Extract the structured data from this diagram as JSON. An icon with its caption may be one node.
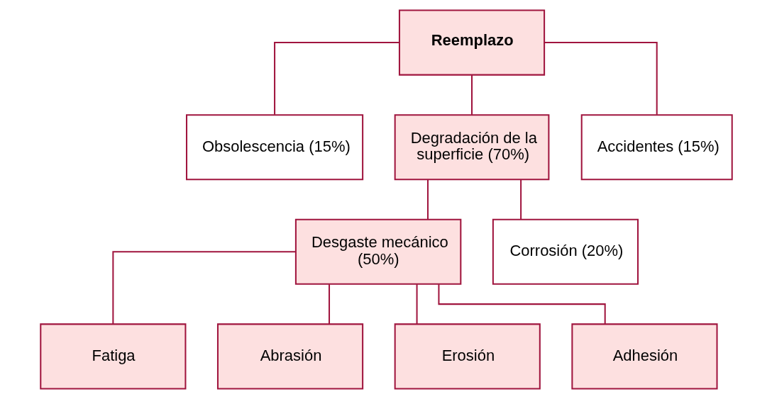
{
  "diagram": {
    "nodes": [
      {
        "text": [
          "Reemplazo"
        ]
      },
      {
        "text": [
          "Obsolescencia (15%)"
        ]
      },
      {
        "text": [
          "Degradación de la superficie (70%)"
        ]
      },
      {
        "text": [
          "Accidentes (15%)"
        ]
      },
      {
        "text": [
          "Desgaste mecánico (50%)"
        ]
      },
      {
        "text": [
          "Corrosión (20%)"
        ]
      },
      {
        "text": [
          "Fatiga"
        ]
      },
      {
        "text": [
          "Abrasión"
        ]
      },
      {
        "text": [
          "Erosión"
        ]
      },
      {
        "text": [
          "Adhesión"
        ]
      }
    ],
    "edges": [
      {
        "from": 0,
        "to": 1,
        "arrow": "none"
      },
      {
        "from": 0,
        "to": 2,
        "arrow": "none"
      },
      {
        "from": 0,
        "to": 3,
        "arrow": "none"
      },
      {
        "from": 2,
        "to": 4,
        "arrow": "none"
      },
      {
        "from": 2,
        "to": 5,
        "arrow": "none"
      },
      {
        "from": 4,
        "to": 6,
        "arrow": "none"
      },
      {
        "from": 4,
        "to": 7,
        "arrow": "none"
      },
      {
        "from": 4,
        "to": 8,
        "arrow": "none"
      },
      {
        "from": 4,
        "to": 9,
        "arrow": "none"
      }
    ]
  }
}
